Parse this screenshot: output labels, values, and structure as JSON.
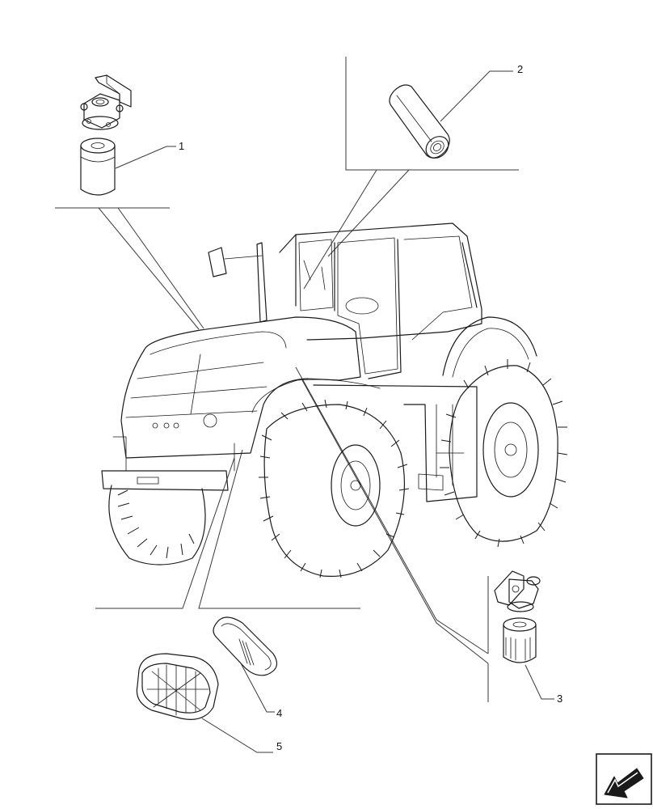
{
  "diagram": {
    "callouts": [
      {
        "id": "1",
        "label": "1"
      },
      {
        "id": "2",
        "label": "2"
      },
      {
        "id": "3",
        "label": "3"
      },
      {
        "id": "4",
        "label": "4"
      },
      {
        "id": "5",
        "label": "5"
      }
    ],
    "nav_icon": "arrow-down-left-icon"
  }
}
